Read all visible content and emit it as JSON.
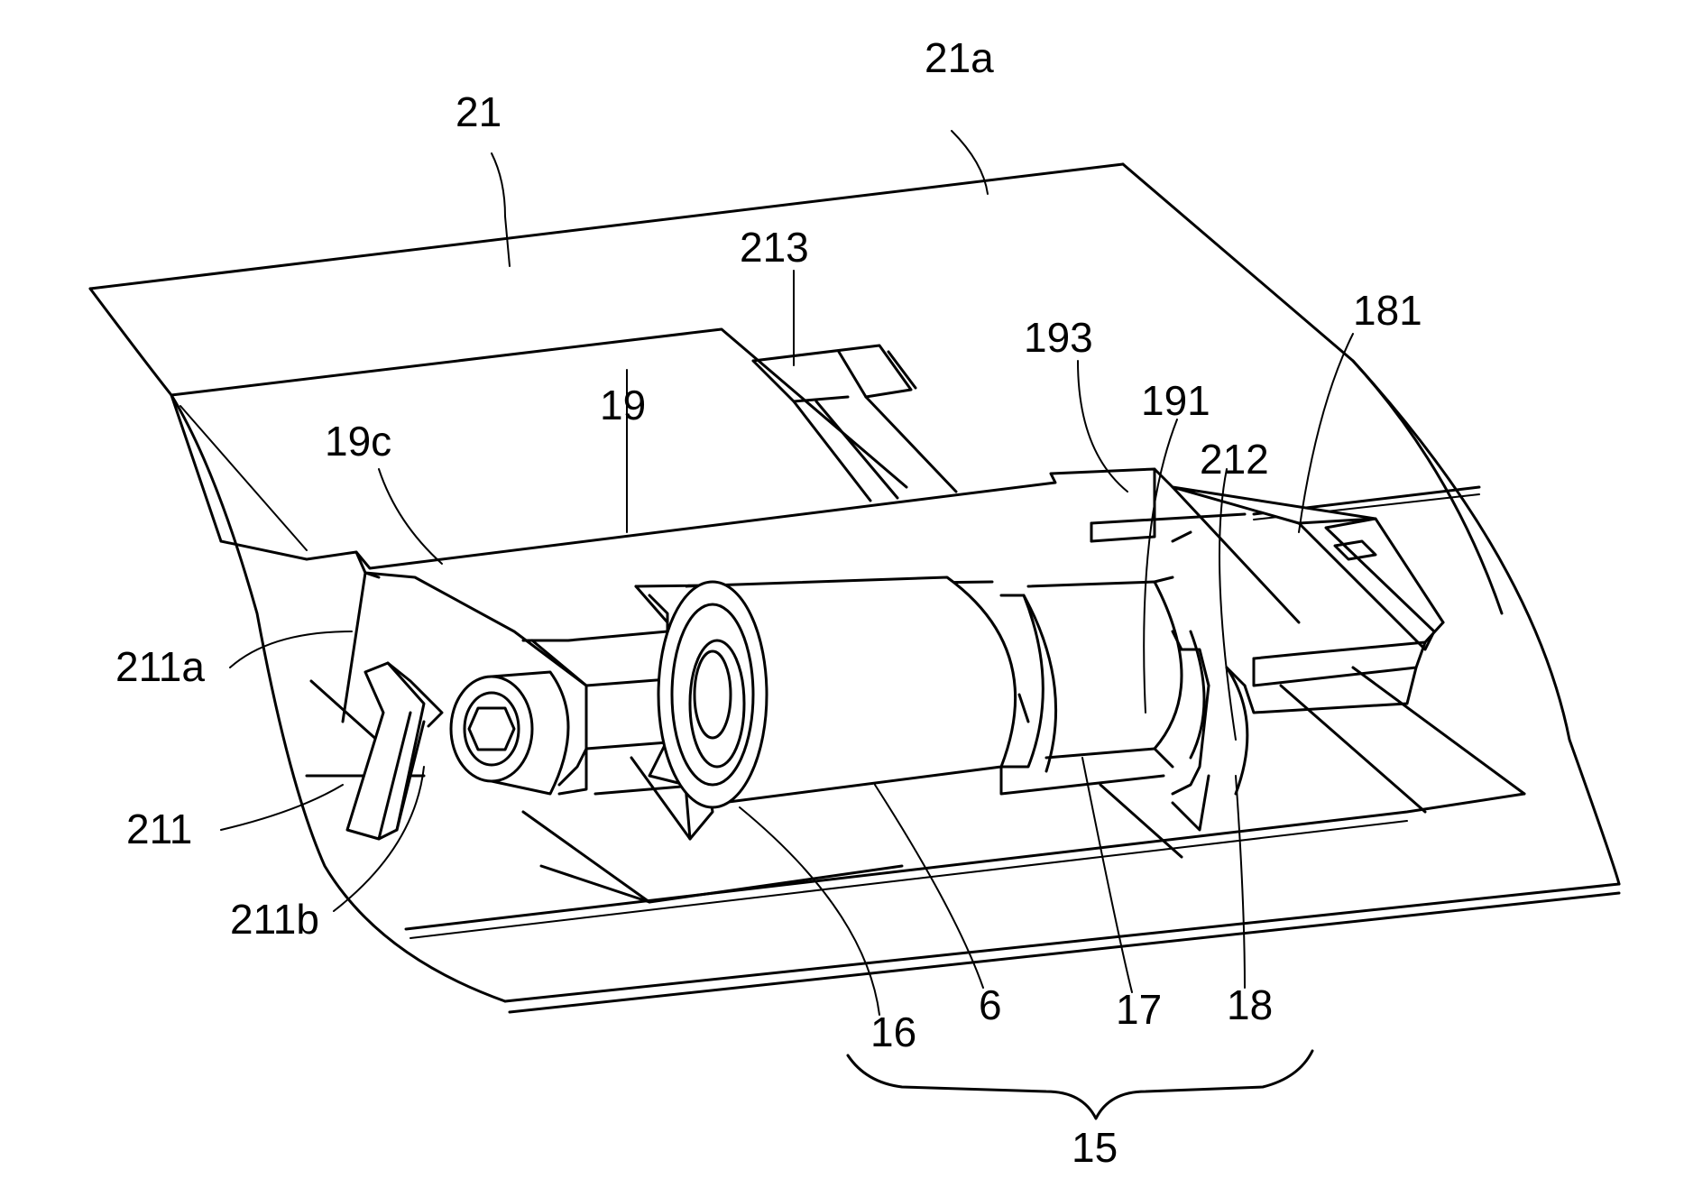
{
  "labels": {
    "l21": "21",
    "l21a": "21a",
    "l213": "213",
    "l193": "193",
    "l181": "181",
    "l191": "191",
    "l212": "212",
    "l19": "19",
    "l19c": "19c",
    "l211a": "211a",
    "l211": "211",
    "l211b": "211b",
    "l16": "16",
    "l6": "6",
    "l17": "17",
    "l18": "18",
    "l15": "15"
  }
}
